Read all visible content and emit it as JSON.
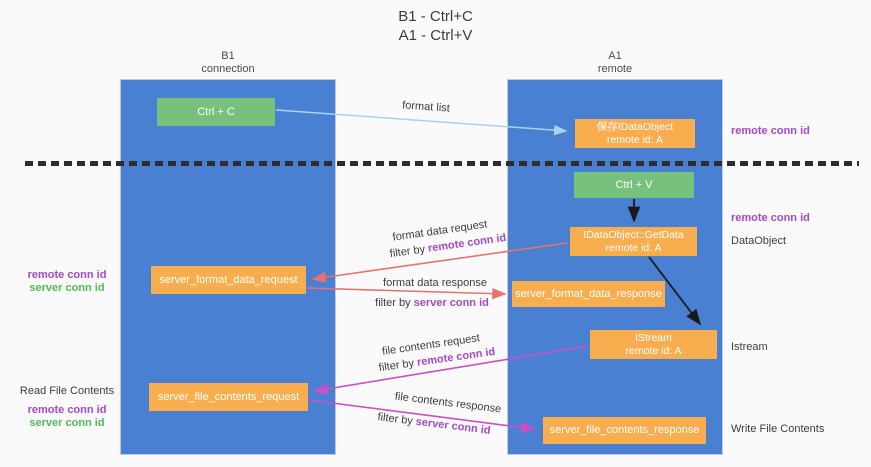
{
  "title": {
    "line1": "B1 - Ctrl+C",
    "line2": "A1 - Ctrl+V"
  },
  "lanes": {
    "left": {
      "name": "B1",
      "subtitle": "connection"
    },
    "right": {
      "name": "A1",
      "subtitle": "remote"
    }
  },
  "nodes": {
    "ctrl_c": {
      "label": "Ctrl + C"
    },
    "save_idataobject": {
      "line1": "保存IDataObject",
      "line2": "remote id: A"
    },
    "ctrl_v": {
      "label": "Ctrl + V"
    },
    "getdata": {
      "line1": "IDataObject::GetData",
      "line2": "remote id: A"
    },
    "format_request": {
      "label": "server_format_data_request"
    },
    "format_response": {
      "label": "server_format_data_response"
    },
    "istream": {
      "line1": "IStream",
      "line2": "remote id: A"
    },
    "file_request": {
      "label": "server_file_contents_request"
    },
    "file_response": {
      "label": "server_file_contents_response"
    }
  },
  "right_labels": {
    "remote_conn_id_1": "remote conn id",
    "remote_conn_id_2": "remote conn id",
    "dataobject": "DataObject",
    "istream": "Istream",
    "write_file_contents": "Write File Contents"
  },
  "left_labels": {
    "remote_conn_id_1": "remote conn id",
    "server_conn_id_1": "server conn id",
    "read_file_contents": "Read File Contents",
    "remote_conn_id_2": "remote conn id",
    "server_conn_id_2": "server conn id"
  },
  "arrow_labels": {
    "format_list": "format list",
    "format_data_request": "format data request",
    "filter_remote_1": {
      "prefix": "filter by ",
      "key": "remote conn id"
    },
    "format_data_response": "format data response",
    "filter_server_1": {
      "prefix": "filter by ",
      "key": "server conn id"
    },
    "file_contents_request": "file contents request",
    "filter_remote_2": {
      "prefix": "filter by ",
      "key": "remote conn id"
    },
    "file_contents_response": "file contents response",
    "filter_server_2": {
      "prefix": "filter by ",
      "key": "server conn id"
    }
  },
  "colors": {
    "lane_blue": "#4a80d2",
    "green_box": "#77c17c",
    "orange_box": "#f8ae4e",
    "salmon_arrow": "#e8706d",
    "magenta_arrow": "#cc4ec4",
    "light_blue_arrow": "#a8d2ee",
    "black_arrow": "#1a1a1a",
    "purple_text": "#a348c6",
    "green_text": "#53b857",
    "background": "#fafafa"
  }
}
